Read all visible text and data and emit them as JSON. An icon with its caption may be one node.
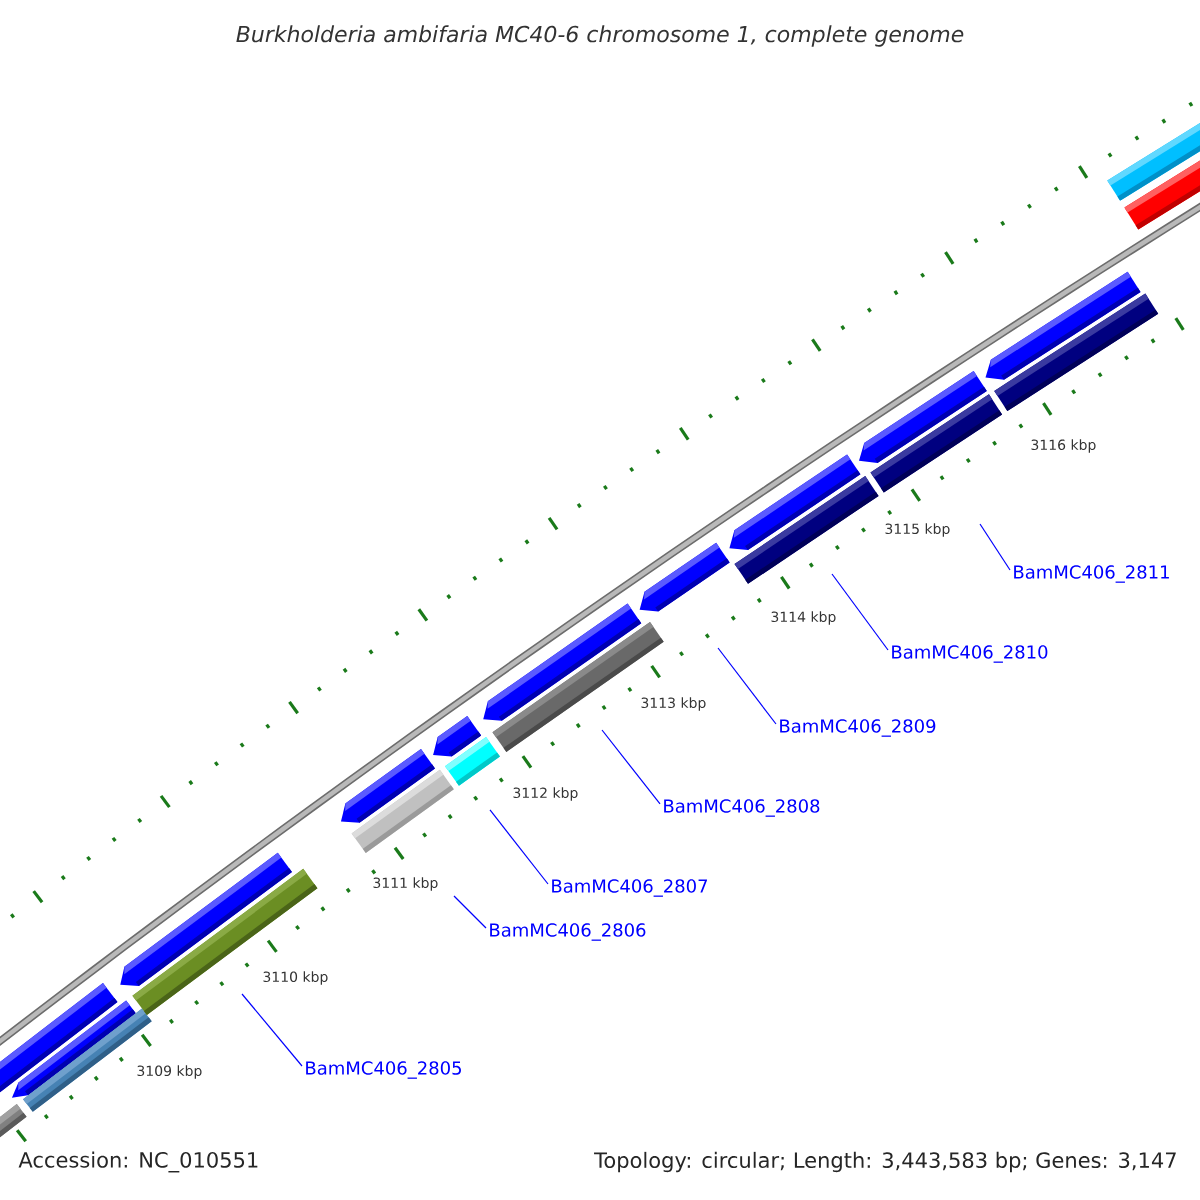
{
  "diagram": {
    "title": "Burkholderia ambifaria MC40-6 chromosome 1, complete genome",
    "nodes": [
      {
        "text": [
          "BamMC406_2811"
        ]
      },
      {
        "text": [
          "BamMC406_2810"
        ]
      },
      {
        "text": [
          "BamMC406_2809"
        ]
      },
      {
        "text": [
          "BamMC406_2808"
        ]
      },
      {
        "text": [
          "BamMC406_2807"
        ]
      },
      {
        "text": [
          "BamMC406_2806"
        ]
      },
      {
        "text": [
          "BamMC406_2805"
        ]
      }
    ],
    "edges": [
      {
        "from": 0,
        "to": null,
        "arrow": "none"
      },
      {
        "from": 1,
        "to": null,
        "arrow": "none"
      },
      {
        "from": 2,
        "to": null,
        "arrow": "none"
      },
      {
        "from": 3,
        "to": null,
        "arrow": "none"
      },
      {
        "from": 4,
        "to": null,
        "arrow": "none"
      },
      {
        "from": 5,
        "to": null,
        "arrow": "none"
      },
      {
        "from": 6,
        "to": null,
        "arrow": "none"
      }
    ],
    "labels": [
      "3116 kbp",
      "3115 kbp",
      "3114 kbp",
      "3113 kbp",
      "3112 kbp",
      "3111 kbp",
      "3110 kbp",
      "3109 kbp",
      "Accession: NC_010551",
      "Topology: circular; Length: 3,443,583 bp; Genes: 3,147"
    ]
  }
}
